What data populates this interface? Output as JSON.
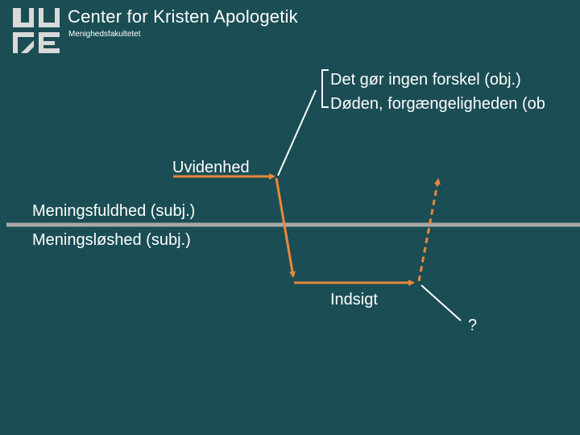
{
  "header": {
    "org_name": "Center for Kristen Apologetik",
    "org_sub": "Menighedsfakultetet"
  },
  "diagram": {
    "objective_labels": [
      "Det gør ingen forskel (obj.)",
      "Døden, forgængeligheden (ob"
    ],
    "uvidenhed": "Uvidenhed",
    "subjective_labels": [
      "Meningsfuldhed (subj.)",
      "Meningsløshed (subj.)"
    ],
    "indsigt": "Indsigt",
    "question": "?"
  },
  "colors": {
    "background": "#1a4d54",
    "orange": "#e8883a",
    "gray_line": "#a8a8a8",
    "white": "#ffffff"
  }
}
